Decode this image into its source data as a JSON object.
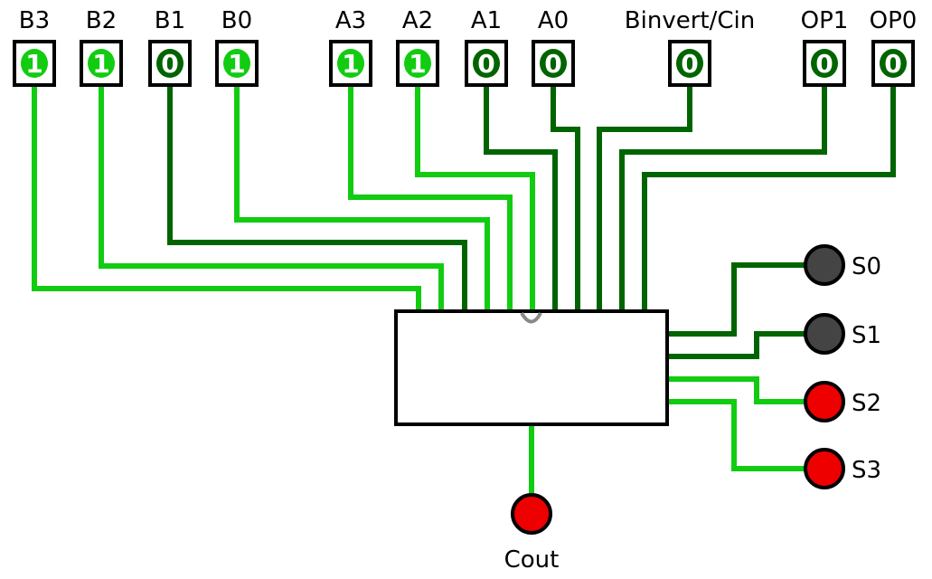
{
  "colors": {
    "high": "#11cc11",
    "low": "#006400",
    "unknown": "#888888",
    "led_off": "#444444",
    "led_on": "#ee0000",
    "box_stroke": "#000000"
  },
  "inputs": [
    {
      "label": "B3",
      "value": "1"
    },
    {
      "label": "B2",
      "value": "1"
    },
    {
      "label": "B1",
      "value": "0"
    },
    {
      "label": "B0",
      "value": "1"
    },
    {
      "label": "A3",
      "value": "1"
    },
    {
      "label": "A2",
      "value": "1"
    },
    {
      "label": "A1",
      "value": "0"
    },
    {
      "label": "A0",
      "value": "0"
    },
    {
      "label": "Binvert/Cin",
      "value": "0"
    },
    {
      "label": "OP1",
      "value": "0"
    },
    {
      "label": "OP0",
      "value": "0"
    }
  ],
  "outputs": [
    {
      "label": "S0",
      "on": false
    },
    {
      "label": "S1",
      "on": false
    },
    {
      "label": "S2",
      "on": true
    },
    {
      "label": "S3",
      "on": true
    }
  ],
  "carry_out": {
    "label": "Cout",
    "on": true
  }
}
